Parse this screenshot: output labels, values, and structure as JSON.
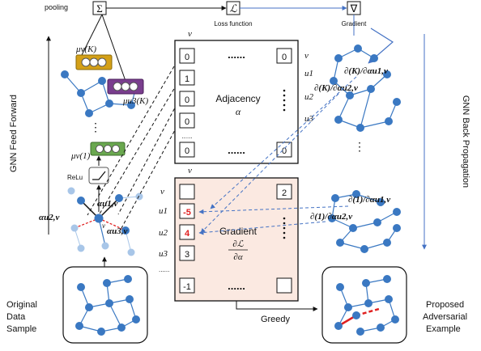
{
  "top": {
    "pooling_label": "pooling",
    "sum_symbol": "Σ",
    "loss_symbol": "ℒ",
    "loss_label": "Loss function",
    "nabla_symbol": "∇",
    "gradient_label": "Gradient"
  },
  "side_labels": {
    "feed_forward": "GNN Feed Forward",
    "back_propagation": "GNN Back Propagation"
  },
  "left_stack": {
    "mu_v_k": "μv(K)",
    "mu_u3_k": "μu3(K)",
    "vdots": "⋮",
    "mu_v_1": "μv(1)",
    "relu_label": "ReLu",
    "alpha_u1v": "αu1,v",
    "alpha_u2v": "αu2,v",
    "alpha_u3v": "αu3,v",
    "v_node": "v"
  },
  "adjacency": {
    "col_label": "v",
    "row_labels": [
      "v",
      "u1",
      "u2",
      "u3",
      "......"
    ],
    "first_col": [
      "0",
      "1",
      "0",
      "0",
      "0"
    ],
    "row_dots": "......",
    "last_top": "0",
    "last_bottom": "0",
    "title": "Adjacency",
    "symbol": "α"
  },
  "gradient_matrix": {
    "col_label": "v",
    "row_labels": [
      "v",
      "u1",
      "u2",
      "u3",
      "......"
    ],
    "first_col": [
      "",
      "-5",
      "4",
      "3",
      "-1"
    ],
    "row_dots": "......",
    "last_top": "2",
    "last_bottom": "",
    "title": "Gradient",
    "numerator": "∂ℒ",
    "denominator": "∂α"
  },
  "right_labels": {
    "grad_k_u1": "∂(K)/∂αu1,v",
    "grad_k_u2": "∂(K)/∂αu2,v",
    "grad_1_u1": "∂(1)/∂αu1,v",
    "grad_1_u2": "∂(1)/∂αu2,v",
    "vdots": "⋮"
  },
  "bottom": {
    "original_line1": "Original",
    "original_line2": "Data",
    "original_line3": "Sample",
    "greedy": "Greedy",
    "proposed_line1": "Proposed",
    "proposed_line2": "Adversarial",
    "proposed_line3": "Example"
  },
  "colors": {
    "node": "#3a78c2",
    "node_light": "#a8c6e8",
    "blue_arrow": "#4472c4",
    "red_edge": "#e02020",
    "gold": "#d4a017",
    "purple": "#7a3e8e",
    "green": "#6aa84f",
    "grad_bg": "#fbe9e1",
    "neg_red": "#e02020"
  }
}
